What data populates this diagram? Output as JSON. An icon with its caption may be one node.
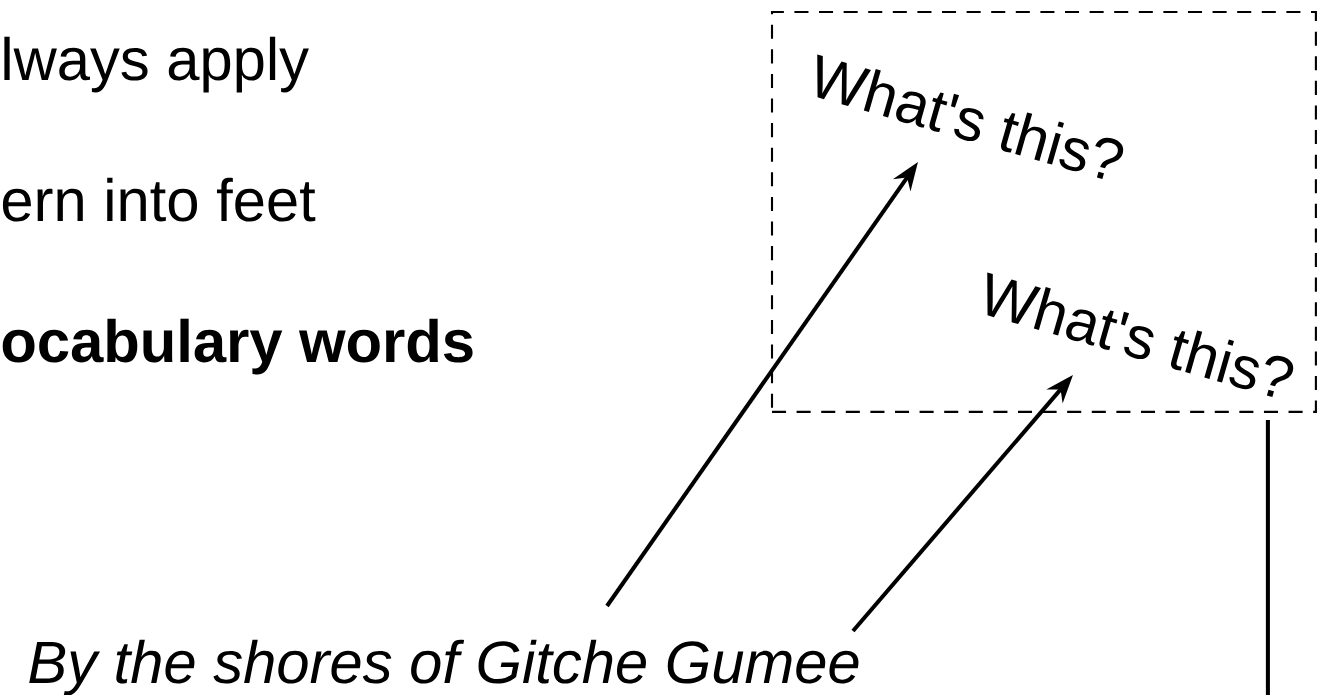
{
  "diagram": {
    "nodes": [
      {
        "text": [],
        "shape": "box"
      },
      {
        "text": [
          "What's this?"
        ],
        "in": 0
      },
      {
        "text": [
          "What's this?"
        ],
        "in": 0
      },
      {
        "text": [
          "By the shores of Gitche Gumee"
        ]
      }
    ],
    "edges": [
      {
        "from": 3,
        "to": 1,
        "arrow": "to"
      },
      {
        "from": 3,
        "to": 2,
        "arrow": "to"
      },
      {
        "from": 0,
        "to": null,
        "arrow": "none"
      }
    ],
    "labels": [
      "lways apply",
      "ern into feet",
      "ocabulary words"
    ]
  }
}
